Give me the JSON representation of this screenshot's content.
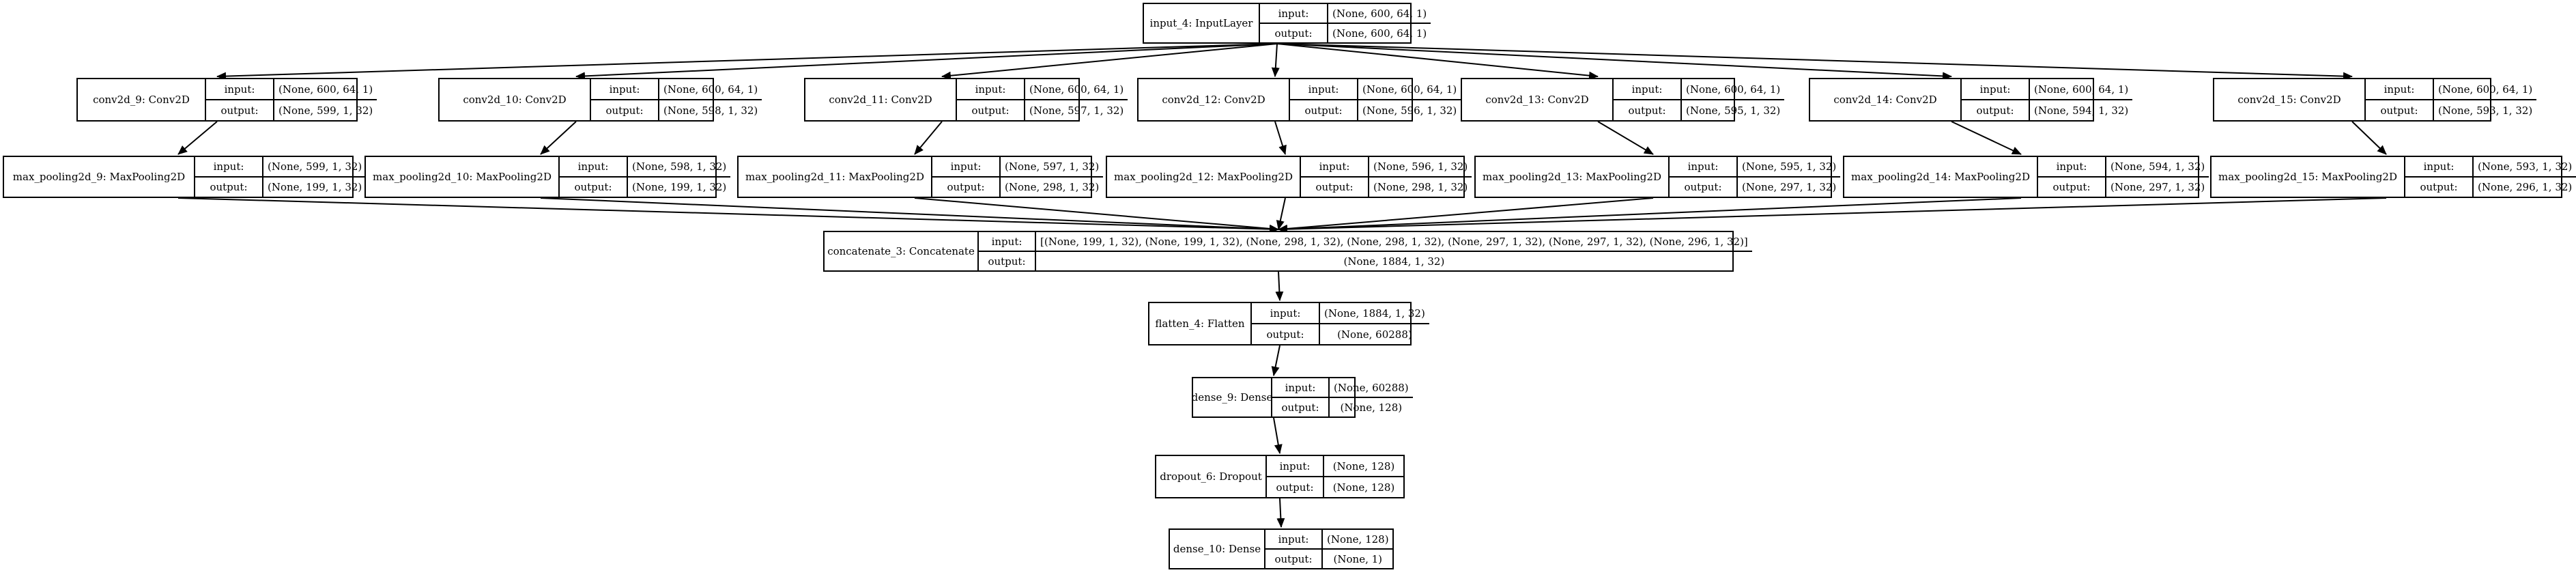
{
  "diagram": {
    "port_labels": {
      "input": "input:",
      "output": "output:"
    },
    "nodes": [
      {
        "id": "input_4",
        "name": "input_4: InputLayer",
        "input": "(None, 600, 64, 1)",
        "output": "(None, 600, 64, 1)"
      },
      {
        "id": "conv2d_9",
        "name": "conv2d_9: Conv2D",
        "input": "(None, 600, 64, 1)",
        "output": "(None, 599, 1, 32)"
      },
      {
        "id": "conv2d_10",
        "name": "conv2d_10: Conv2D",
        "input": "(None, 600, 64, 1)",
        "output": "(None, 598, 1, 32)"
      },
      {
        "id": "conv2d_11",
        "name": "conv2d_11: Conv2D",
        "input": "(None, 600, 64, 1)",
        "output": "(None, 597, 1, 32)"
      },
      {
        "id": "conv2d_12",
        "name": "conv2d_12: Conv2D",
        "input": "(None, 600, 64, 1)",
        "output": "(None, 596, 1, 32)"
      },
      {
        "id": "conv2d_13",
        "name": "conv2d_13: Conv2D",
        "input": "(None, 600, 64, 1)",
        "output": "(None, 595, 1, 32)"
      },
      {
        "id": "conv2d_14",
        "name": "conv2d_14: Conv2D",
        "input": "(None, 600, 64, 1)",
        "output": "(None, 594, 1, 32)"
      },
      {
        "id": "conv2d_15",
        "name": "conv2d_15: Conv2D",
        "input": "(None, 600, 64, 1)",
        "output": "(None, 593, 1, 32)"
      },
      {
        "id": "max_pooling2d_9",
        "name": "max_pooling2d_9: MaxPooling2D",
        "input": "(None, 599, 1, 32)",
        "output": "(None, 199, 1, 32)"
      },
      {
        "id": "max_pooling2d_10",
        "name": "max_pooling2d_10: MaxPooling2D",
        "input": "(None, 598, 1, 32)",
        "output": "(None, 199, 1, 32)"
      },
      {
        "id": "max_pooling2d_11",
        "name": "max_pooling2d_11: MaxPooling2D",
        "input": "(None, 597, 1, 32)",
        "output": "(None, 298, 1, 32)"
      },
      {
        "id": "max_pooling2d_12",
        "name": "max_pooling2d_12: MaxPooling2D",
        "input": "(None, 596, 1, 32)",
        "output": "(None, 298, 1, 32)"
      },
      {
        "id": "max_pooling2d_13",
        "name": "max_pooling2d_13: MaxPooling2D",
        "input": "(None, 595, 1, 32)",
        "output": "(None, 297, 1, 32)"
      },
      {
        "id": "max_pooling2d_14",
        "name": "max_pooling2d_14: MaxPooling2D",
        "input": "(None, 594, 1, 32)",
        "output": "(None, 297, 1, 32)"
      },
      {
        "id": "max_pooling2d_15",
        "name": "max_pooling2d_15: MaxPooling2D",
        "input": "(None, 593, 1, 32)",
        "output": "(None, 296, 1, 32)"
      },
      {
        "id": "concatenate_3",
        "name": "concatenate_3: Concatenate",
        "input": "[(None, 199, 1, 32), (None, 199, 1, 32), (None, 298, 1, 32), (None, 298, 1, 32), (None, 297, 1, 32), (None, 297, 1, 32), (None, 296, 1, 32)]",
        "output": "(None, 1884, 1, 32)"
      },
      {
        "id": "flatten_4",
        "name": "flatten_4: Flatten",
        "input": "(None, 1884, 1, 32)",
        "output": "(None, 60288)"
      },
      {
        "id": "dense_9",
        "name": "dense_9: Dense",
        "input": "(None, 60288)",
        "output": "(None, 128)"
      },
      {
        "id": "dropout_6",
        "name": "dropout_6: Dropout",
        "input": "(None, 128)",
        "output": "(None, 128)"
      },
      {
        "id": "dense_10",
        "name": "dense_10: Dense",
        "input": "(None, 128)",
        "output": "(None, 1)"
      }
    ],
    "edges": [
      [
        "input_4",
        "conv2d_9"
      ],
      [
        "input_4",
        "conv2d_10"
      ],
      [
        "input_4",
        "conv2d_11"
      ],
      [
        "input_4",
        "conv2d_12"
      ],
      [
        "input_4",
        "conv2d_13"
      ],
      [
        "input_4",
        "conv2d_14"
      ],
      [
        "input_4",
        "conv2d_15"
      ],
      [
        "conv2d_9",
        "max_pooling2d_9"
      ],
      [
        "conv2d_10",
        "max_pooling2d_10"
      ],
      [
        "conv2d_11",
        "max_pooling2d_11"
      ],
      [
        "conv2d_12",
        "max_pooling2d_12"
      ],
      [
        "conv2d_13",
        "max_pooling2d_13"
      ],
      [
        "conv2d_14",
        "max_pooling2d_14"
      ],
      [
        "conv2d_15",
        "max_pooling2d_15"
      ],
      [
        "max_pooling2d_9",
        "concatenate_3"
      ],
      [
        "max_pooling2d_10",
        "concatenate_3"
      ],
      [
        "max_pooling2d_11",
        "concatenate_3"
      ],
      [
        "max_pooling2d_12",
        "concatenate_3"
      ],
      [
        "max_pooling2d_13",
        "concatenate_3"
      ],
      [
        "max_pooling2d_14",
        "concatenate_3"
      ],
      [
        "max_pooling2d_15",
        "concatenate_3"
      ],
      [
        "concatenate_3",
        "flatten_4"
      ],
      [
        "flatten_4",
        "dense_9"
      ],
      [
        "dense_9",
        "dropout_6"
      ],
      [
        "dropout_6",
        "dense_10"
      ]
    ]
  }
}
